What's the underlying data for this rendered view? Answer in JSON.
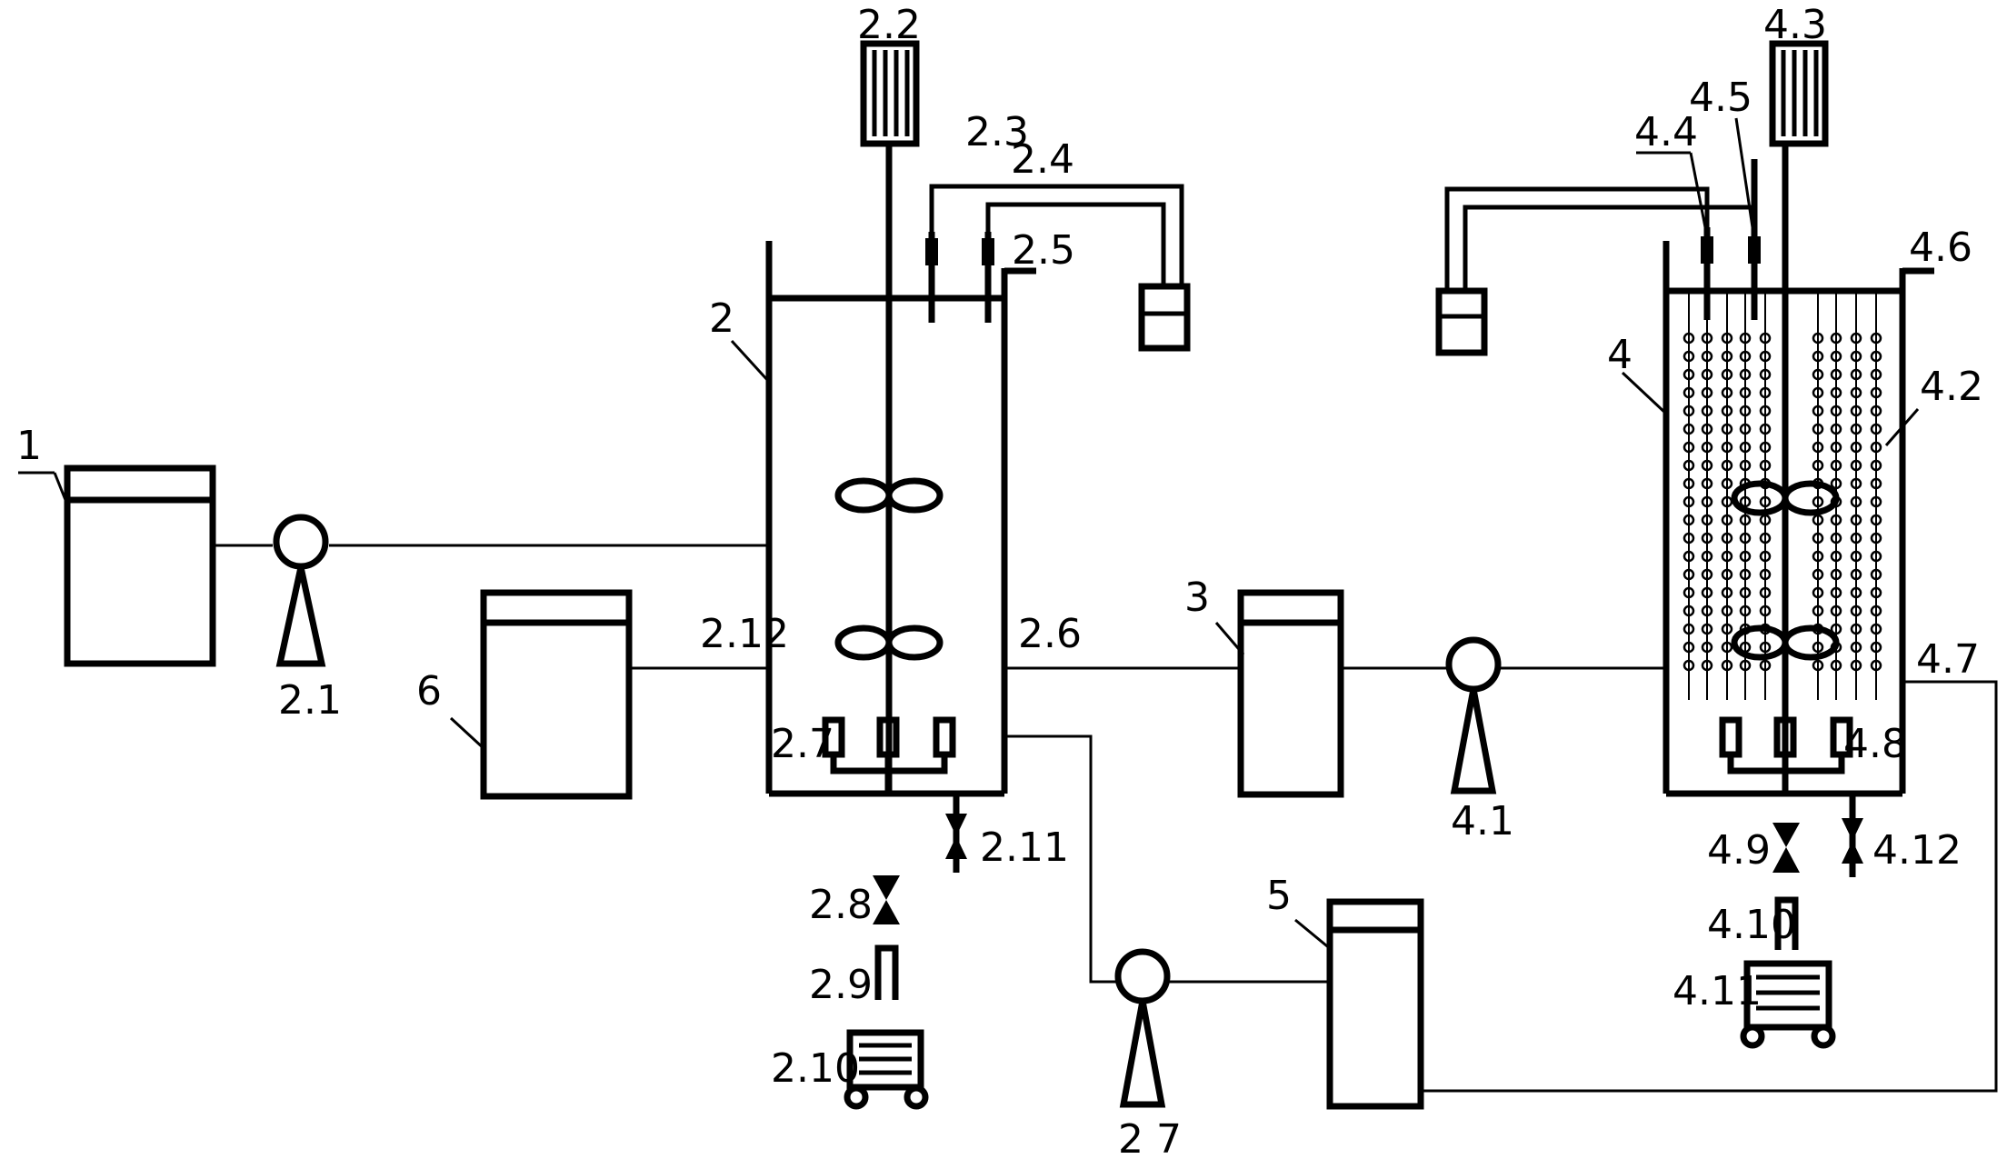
{
  "labels": {
    "tank_1": "1",
    "reactor_2": "2",
    "tank_3": "3",
    "reactor_4": "4",
    "tank_5": "5",
    "tank_6": "6",
    "pump_2_1": "2.1",
    "motor_2_2": "2.2",
    "probe_2_3": "2.3",
    "probe_2_4": "2.4",
    "vent_2_5": "2.5",
    "port_2_6": "2.6",
    "aerator_2_7": "2.7",
    "valve_2_8": "2.8",
    "tube_2_9": "2.9",
    "compressor_2_10": "2.10",
    "valve_2_11": "2.11",
    "port_2_12": "2.12",
    "pump_2_7": "2 7",
    "pump_4_1": "4.1",
    "media_4_2": "4.2",
    "motor_4_3": "4.3",
    "probe_4_4": "4.4",
    "probe_4_5": "4.5",
    "vent_4_6": "4.6",
    "port_4_7": "4.7",
    "aerator_4_8": "4.8",
    "valve_4_9": "4.9",
    "tube_4_10": "4.10",
    "compressor_4_11": "4.11",
    "valve_4_12": "4.12"
  }
}
